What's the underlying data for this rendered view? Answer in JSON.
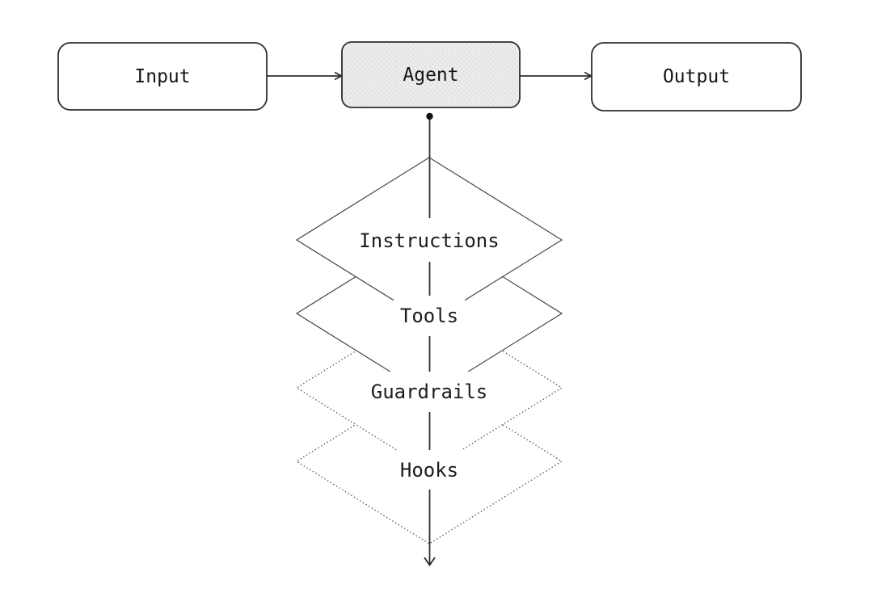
{
  "diagram": {
    "title": "agent-flow-diagram",
    "nodes": {
      "input": {
        "label": "Input"
      },
      "agent": {
        "label": "Agent"
      },
      "output": {
        "label": "Output"
      }
    },
    "flow": [
      "Input",
      "Agent",
      "Output"
    ],
    "layers": [
      {
        "label": "Instructions",
        "border_style": "solid"
      },
      {
        "label": "Tools",
        "border_style": "solid"
      },
      {
        "label": "Guardrails",
        "border_style": "dotted"
      },
      {
        "label": "Hooks",
        "border_style": "dotted"
      }
    ],
    "colors": {
      "background": "#ffffff",
      "box_border": "#2d2d2d",
      "diamond_stroke": "#4a4a4a",
      "agent_fill": "#ebebeb",
      "agent_fill_dot": "#d2d2d2",
      "text": "#161616"
    }
  }
}
